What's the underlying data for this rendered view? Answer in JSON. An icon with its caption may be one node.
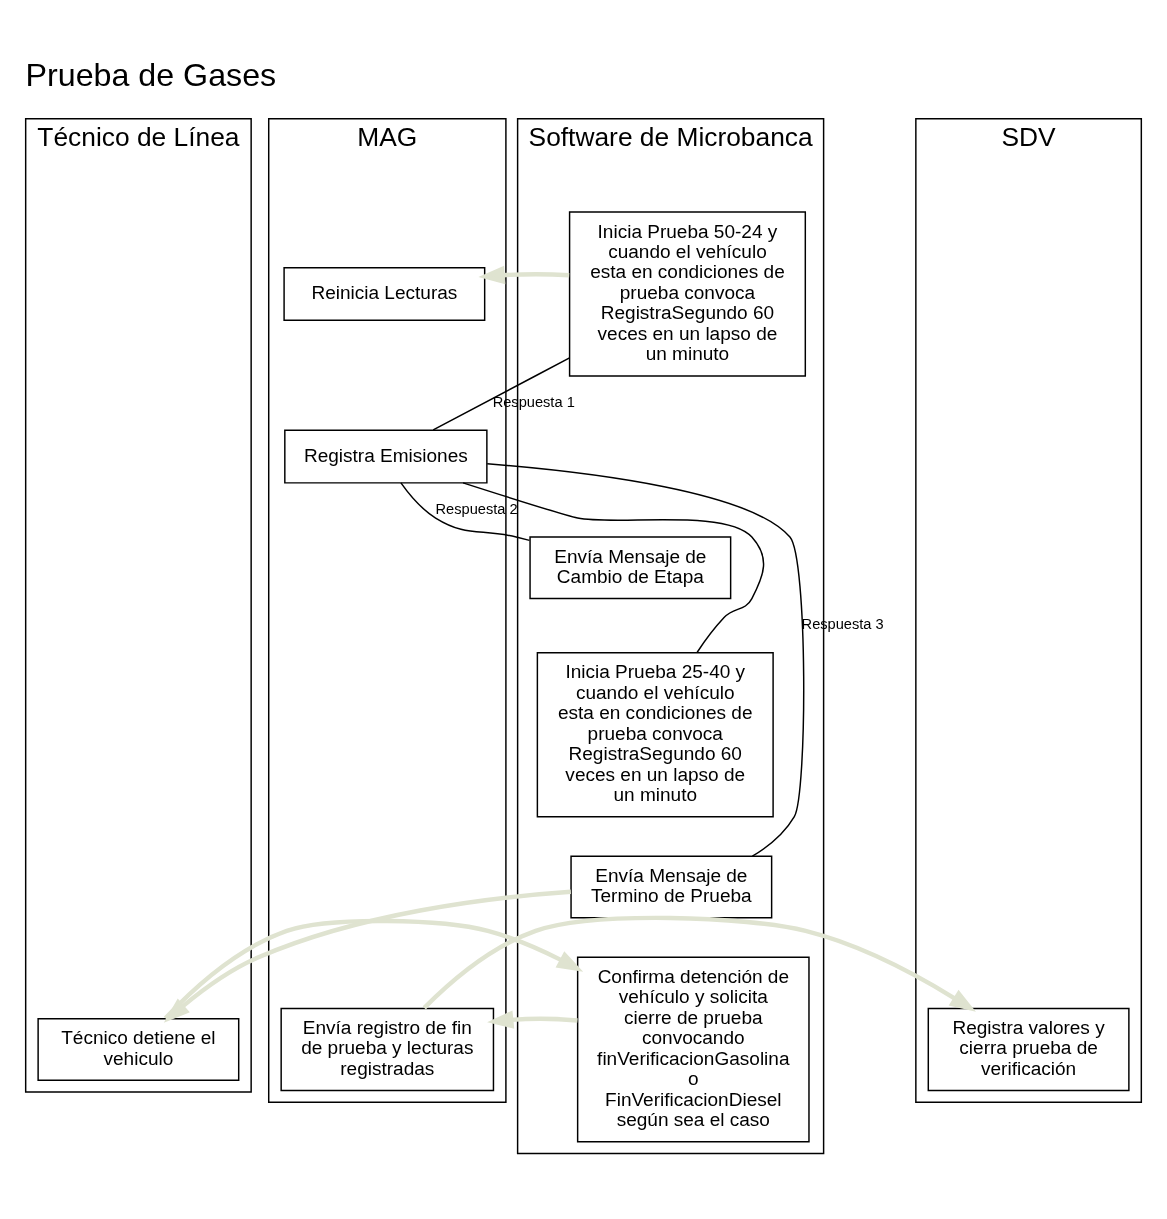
{
  "diagram": {
    "title": "Prueba de Gases",
    "nodes": [
      {
        "text": [
          "Técnico de Línea"
        ]
      },
      {
        "text": [
          "Software de Microbanca"
        ]
      },
      {
        "text": [
          "MAG"
        ]
      },
      {
        "text": [
          "SDV"
        ]
      },
      {
        "text": [
          "Inicia Prueba 50-24 y cuando el vehículo esta en condiciones de prueba convoca RegistraSegundo 60 veces en un lapso de un minuto"
        ],
        "in": 1
      },
      {
        "text": [
          "Envía Mensaje de Cambio de Etapa"
        ],
        "in": 1
      },
      {
        "text": [
          "Inicia Prueba 25-40 y cuando el vehículo esta en condiciones de prueba convoca RegistraSegundo 60 veces en un lapso de un minuto"
        ],
        "in": 1
      },
      {
        "text": [
          "Envía Mensaje de Termino de Prueba"
        ],
        "in": 1
      },
      {
        "text": [
          "Confirma detención de vehículo y solicita cierre de prueba convocando finVerificacionGasolina o FinVerificacionDiesel según sea el caso"
        ],
        "in": 1
      },
      {
        "text": [
          "Técnico detiene el vehiculo"
        ],
        "in": 0
      },
      {
        "text": [
          "Reinicia Lecturas"
        ],
        "in": 2
      },
      {
        "text": [
          "Registra Emisiones"
        ],
        "in": 2
      },
      {
        "text": [
          "Envía registro de fin de prueba y lecturas registradas"
        ],
        "in": 2
      },
      {
        "text": [
          "Registra valores y cierra prueba de verificación"
        ],
        "in": 3
      }
    ],
    "edges": [
      {
        "from": 4,
        "to": 10,
        "arrow": "to",
        "color": "#dfe3d0"
      },
      {
        "from": 4,
        "to": 11,
        "arrow": "none",
        "label": "Respuesta 1",
        "color": "#000000"
      },
      {
        "from": 6,
        "to": 11,
        "arrow": "none",
        "color": "#000000"
      },
      {
        "from": 5,
        "to": 11,
        "arrow": "none",
        "label": "Respuesta 2",
        "color": "#000000"
      },
      {
        "from": 7,
        "to": 11,
        "arrow": "none",
        "label": "Respuesta 3",
        "color": "#000000"
      },
      {
        "from": 7,
        "to": 9,
        "arrow": "to",
        "color": "#dfe3d0"
      },
      {
        "from": 9,
        "to": 8,
        "arrow": "to",
        "color": "#dfe3d0"
      },
      {
        "from": 8,
        "to": 12,
        "arrow": "to",
        "color": "#dfe3d0"
      },
      {
        "from": 12,
        "to": 13,
        "arrow": "to",
        "color": "#dfe3d0"
      }
    ]
  }
}
